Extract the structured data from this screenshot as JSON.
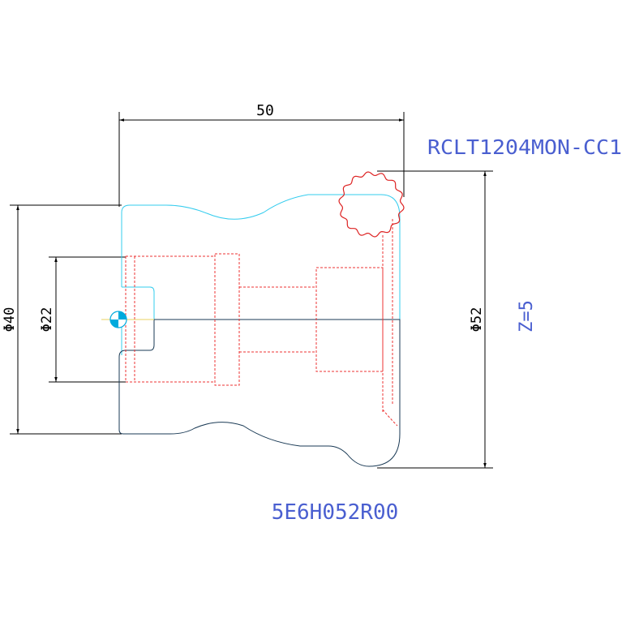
{
  "dimensions": {
    "width_label": "50",
    "outer_diameter_label": "Φ40",
    "shank_diameter_label": "Φ22",
    "cutting_diameter_label": "Φ52"
  },
  "annotations": {
    "insert_code": "RCLT1204MON-CC1",
    "teeth_count": "Z=5",
    "part_number": "5E6H052R00"
  },
  "colors": {
    "dimension_line": "#000000",
    "body_outline_upper": "#33ccee",
    "body_outline_lower": "#1a3a55",
    "hidden_line": "#ee3333",
    "insert_outline": "#dd2222",
    "annotation_text": "#4a5fd0",
    "center_marker": "#00aadd"
  }
}
